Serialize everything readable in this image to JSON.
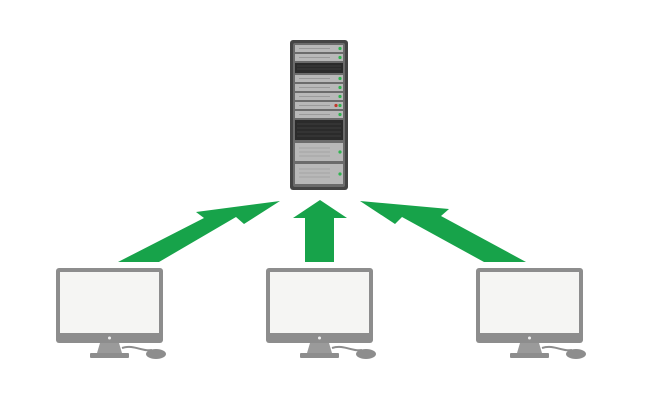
{
  "diagram": {
    "server": {
      "icon": "server-rack-icon"
    },
    "arrows": [
      {
        "icon": "arrow-up-right-icon",
        "from": "client-left",
        "to": "server"
      },
      {
        "icon": "arrow-up-icon",
        "from": "client-center",
        "to": "server"
      },
      {
        "icon": "arrow-up-left-icon",
        "from": "client-right",
        "to": "server"
      }
    ],
    "clients": [
      {
        "icon": "desktop-computer-icon"
      },
      {
        "icon": "desktop-computer-icon"
      },
      {
        "icon": "desktop-computer-icon"
      }
    ]
  },
  "colors": {
    "arrow": "#17a34a",
    "server_frame": "#444444",
    "server_body": "#6b6b6b",
    "drive_bay": "#b8b8b8",
    "drive_bay_dark": "#2b2b2b",
    "led_green": "#2fb34f",
    "led_red": "#c0392b",
    "monitor_frame": "#8d8d8d",
    "monitor_screen": "#f5f5f3",
    "monitor_stand": "#9a9a9a",
    "mouse": "#8d8d8d"
  }
}
